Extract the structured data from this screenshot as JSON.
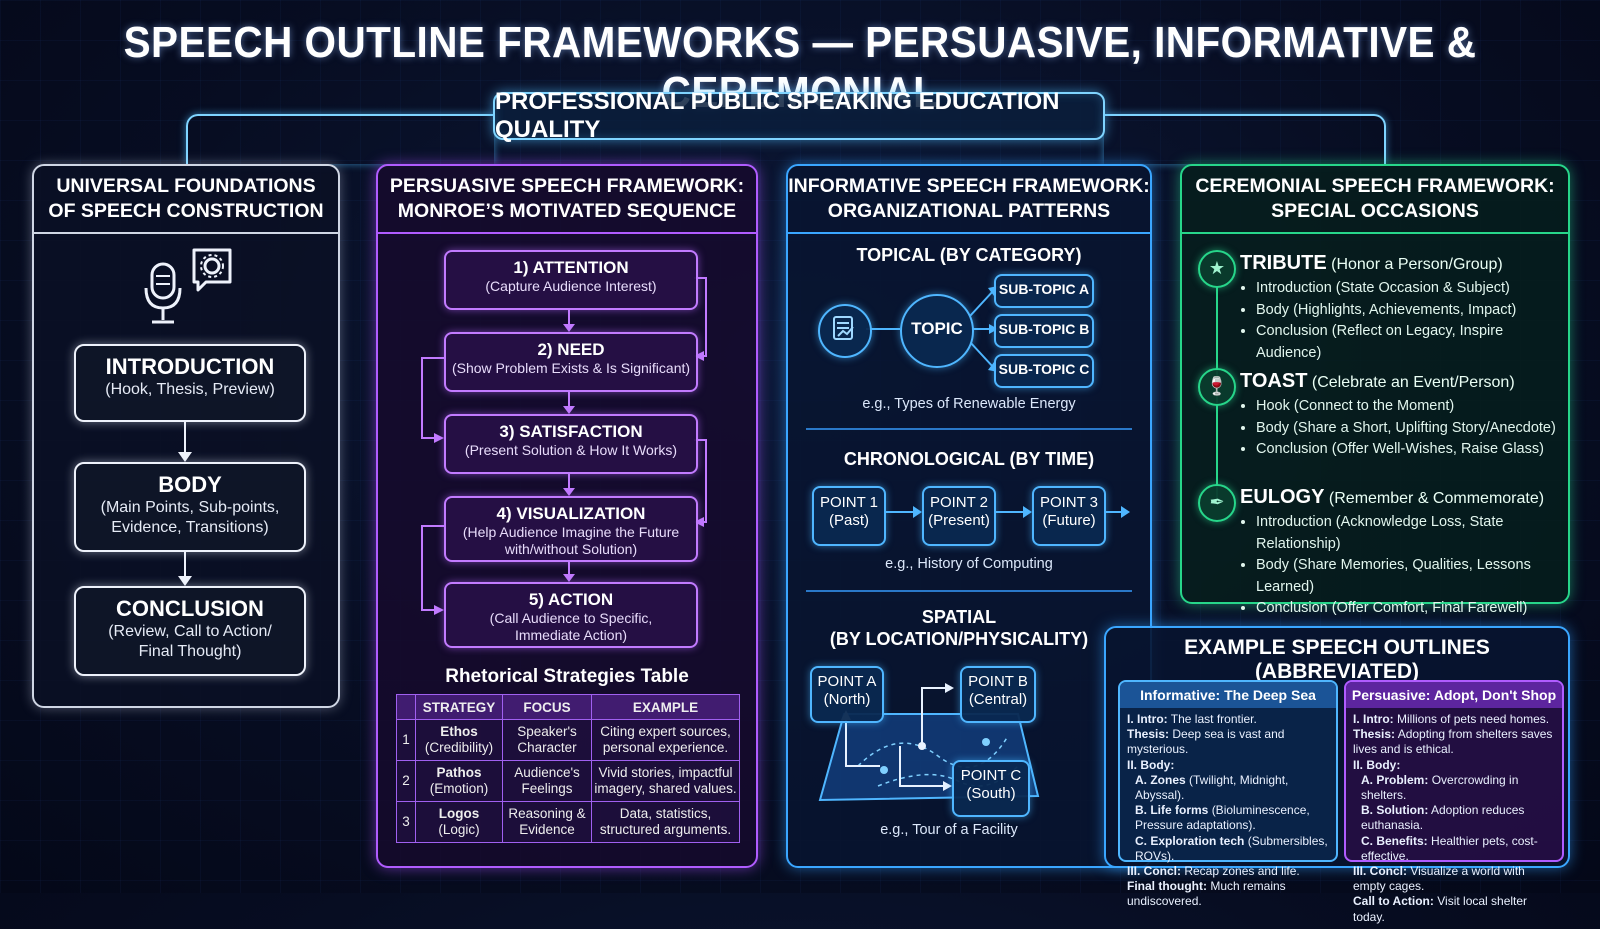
{
  "title": "SPEECH OUTLINE FRAMEWORKS — PERSUASIVE, INFORMATIVE & CEREMONIAL",
  "subtitle": "PROFESSIONAL PUBLIC SPEAKING EDUCATION QUALITY",
  "universal": {
    "heading_1": "UNIVERSAL FOUNDATIONS",
    "heading_2": "OF SPEECH CONSTRUCTION",
    "icon": "microphone-gear-icon",
    "steps": [
      {
        "title": "INTRODUCTION",
        "desc_1": "(Hook, Thesis, Preview)",
        "desc_2": ""
      },
      {
        "title": "BODY",
        "desc_1": "(Main Points, Sub-points,",
        "desc_2": "Evidence, Transitions)"
      },
      {
        "title": "CONCLUSION",
        "desc_1": "(Review, Call to Action/",
        "desc_2": "Final Thought)"
      }
    ]
  },
  "persuasive": {
    "heading_1": "PERSUASIVE SPEECH FRAMEWORK:",
    "heading_2": "MONROE’S MOTIVATED SEQUENCE",
    "steps": [
      {
        "title": "1) ATTENTION",
        "desc_1": "(Capture Audience Interest)",
        "desc_2": ""
      },
      {
        "title": "2) NEED",
        "desc_1": "(Show Problem Exists & Is Significant)",
        "desc_2": ""
      },
      {
        "title": "3) SATISFACTION",
        "desc_1": "(Present Solution & How It Works)",
        "desc_2": ""
      },
      {
        "title": "4) VISUALIZATION",
        "desc_1": "(Help Audience Imagine the Future",
        "desc_2": "with/without Solution)"
      },
      {
        "title": "5) ACTION",
        "desc_1": "(Call Audience to Specific,",
        "desc_2": "Immediate Action)"
      }
    ],
    "table_title": "Rhetorical Strategies Table",
    "table_headers": [
      "STRATEGY",
      "FOCUS",
      "EXAMPLE"
    ],
    "table_rows": [
      {
        "num": "1",
        "s1": "Ethos",
        "s2": "(Credibility)",
        "f1": "Speaker's",
        "f2": "Character",
        "e1": "Citing expert sources,",
        "e2": "personal experience."
      },
      {
        "num": "2",
        "s1": "Pathos",
        "s2": "(Emotion)",
        "f1": "Audience's",
        "f2": "Feelings",
        "e1": "Vivid stories, impactful",
        "e2": "imagery, shared values."
      },
      {
        "num": "3",
        "s1": "Logos",
        "s2": "(Logic)",
        "f1": "Reasoning &",
        "f2": "Evidence",
        "e1": "Data, statistics,",
        "e2": "structured arguments."
      }
    ]
  },
  "informative": {
    "heading_1": "INFORMATIVE SPEECH FRAMEWORK:",
    "heading_2": "ORGANIZATIONAL PATTERNS",
    "topical": {
      "title": "TOPICAL (BY CATEGORY)",
      "icon": "document-chart-icon",
      "topic": "TOPIC",
      "subs": [
        "SUB-TOPIC A",
        "SUB-TOPIC B",
        "SUB-TOPIC C"
      ],
      "example": "e.g., Types of Renewable Energy"
    },
    "chronological": {
      "title": "CHRONOLOGICAL (BY TIME)",
      "points": [
        {
          "l1": "POINT 1",
          "l2": "(Past)"
        },
        {
          "l1": "POINT 2",
          "l2": "(Present)"
        },
        {
          "l1": "POINT 3",
          "l2": "(Future)"
        }
      ],
      "example": "e.g., History of Computing"
    },
    "spatial": {
      "title_1": "SPATIAL",
      "title_2": "(BY LOCATION/PHYSICALITY)",
      "points": [
        {
          "l1": "POINT A",
          "l2": "(North)"
        },
        {
          "l1": "POINT B",
          "l2": "(Central)"
        },
        {
          "l1": "POINT C",
          "l2": "(South)"
        }
      ],
      "example": "e.g., Tour of a Facility"
    }
  },
  "ceremonial": {
    "heading_1": "CEREMONIAL SPEECH FRAMEWORK:",
    "heading_2": "SPECIAL OCCASIONS",
    "items": [
      {
        "name": "TRIBUTE",
        "sub": "(Honor a Person/Group)",
        "icon": "hand-award-icon",
        "bullets": [
          "Introduction (State Occasion & Subject)",
          "Body (Highlights, Achievements, Impact)",
          "Conclusion (Reflect on Legacy, Inspire Audience)"
        ]
      },
      {
        "name": "TOAST",
        "sub": "(Celebrate an Event/Person)",
        "icon": "glasses-icon",
        "bullets": [
          "Hook (Connect to the Moment)",
          "Body (Share a Short, Uplifting Story/Anecdote)",
          "Conclusion (Offer Well-Wishes, Raise Glass)"
        ]
      },
      {
        "name": "EULOGY",
        "sub": "(Remember & Commemorate)",
        "icon": "feather-icon",
        "bullets": [
          "Introduction (Acknowledge Loss, State Relationship)",
          "Body (Share Memories, Qualities, Lessons Learned)",
          "Conclusion (Offer Comfort, Final Farewell)"
        ]
      }
    ]
  },
  "examples": {
    "title": "EXAMPLE SPEECH OUTLINES (ABBREVIATED)",
    "informative": {
      "header": "Informative: The Deep Sea",
      "intro_label": "I. Intro:",
      "intro": "The last frontier.",
      "thesis_label": "Thesis:",
      "thesis": "Deep sea is vast and mysterious.",
      "body_label": "II. Body:",
      "a_label": "A. Zones",
      "a": "(Twilight, Midnight, Abyssal).",
      "b_label": "B. Life forms",
      "b": "(Bioluminescence, Pressure adaptations).",
      "c_label": "C. Exploration tech",
      "c": "(Submersibles, ROVs).",
      "concl_label": "III. Concl:",
      "concl": "Recap zones and life.",
      "final_label": "Final thought:",
      "final": "Much remains undiscovered."
    },
    "persuasive": {
      "header": "Persuasive: Adopt, Don't Shop",
      "intro_label": "I. Intro:",
      "intro": "Millions of pets need homes.",
      "thesis_label": "Thesis:",
      "thesis": "Adopting from shelters saves lives and is ethical.",
      "body_label": "II. Body:",
      "a_label": "A. Problem:",
      "a": "Overcrowding in shelters.",
      "b_label": "B. Solution:",
      "b": "Adoption reduces euthanasia.",
      "c_label": "C. Benefits:",
      "c": "Healthier pets, cost-effective.",
      "concl_label": "III. Concl:",
      "concl": "Visualize a world with empty cages.",
      "final_label": "Call to Action:",
      "final": "Visit local shelter today."
    }
  }
}
